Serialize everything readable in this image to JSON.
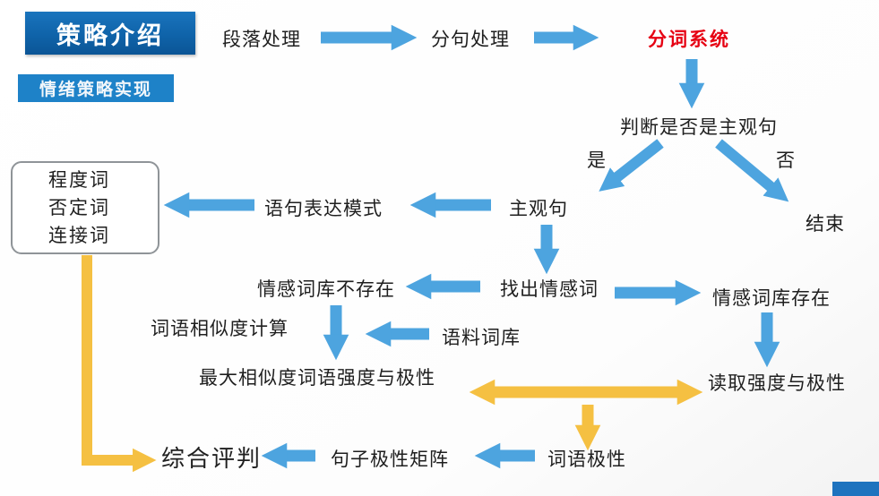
{
  "header": {
    "title": "策略介绍",
    "subtitle": "情绪策略实现"
  },
  "nodes": {
    "paragraph_processing": "段落处理",
    "sentence_segmentation": "分句处理",
    "word_segmentation_system": "分词系统",
    "judge_subjective": "判断是否是主观句",
    "label_yes": "是",
    "label_no": "否",
    "subjective_sentence": "主观句",
    "end": "结束",
    "expression_pattern": "语句表达模式",
    "word_box": {
      "line1": "程度词",
      "line2": "否定词",
      "line3": "连接词"
    },
    "find_sentiment_words": "找出情感词",
    "lexicon_not_exist": "情感词库不存在",
    "lexicon_exist": "情感词库存在",
    "word_similarity_calc": "词语相似度计算",
    "corpus_lexicon": "语料词库",
    "max_similarity": "最大相似度词语强度与极性",
    "read_strength_polarity": "读取强度与极性",
    "word_polarity": "词语极性",
    "sentence_polarity_matrix": "句子极性矩阵",
    "comprehensive_judgment": "综合评判"
  },
  "colors": {
    "arrow_blue": "#4da4df",
    "arrow_yellow": "#f5c042",
    "title_bg": "#0f63a9",
    "subtitle_bg": "#1e82c8",
    "highlight_red": "#e60012"
  }
}
